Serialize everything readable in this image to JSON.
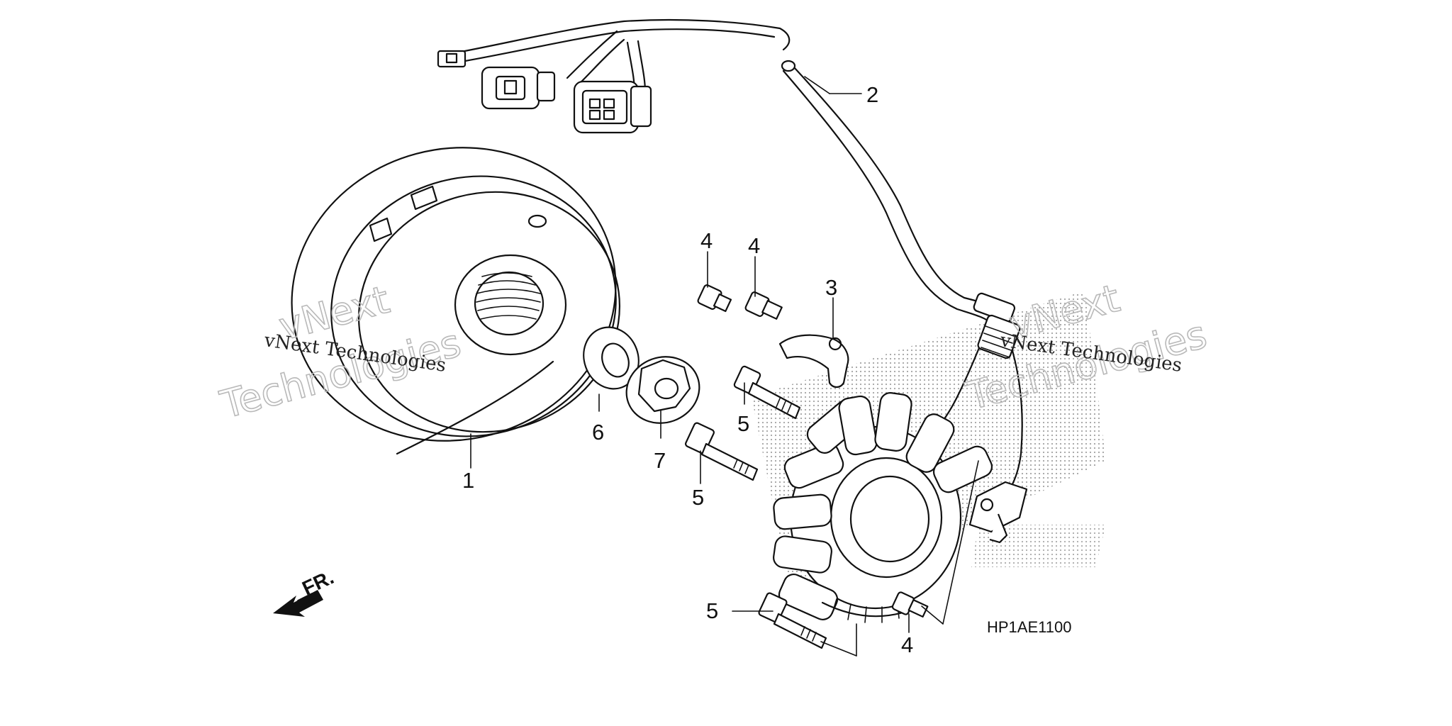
{
  "diagram": {
    "code": "HP1AE1100",
    "front_label": "FR.",
    "watermark": {
      "line1": "vNext",
      "line2": "Technologies",
      "full": "vNext Technologies"
    },
    "callouts": {
      "c1": "1",
      "c2": "2",
      "c3": "3",
      "c4a": "4",
      "c4b": "4",
      "c4c": "4",
      "c5a": "5",
      "c5b": "5",
      "c5c": "5",
      "c6": "6",
      "c7": "7"
    }
  }
}
